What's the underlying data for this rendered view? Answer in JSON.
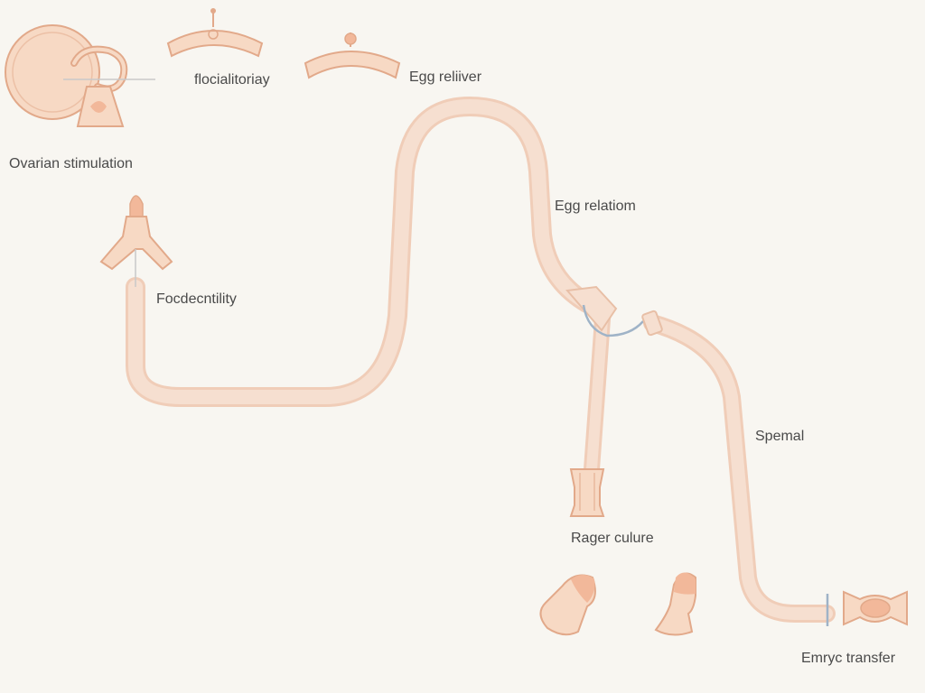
{
  "labels": {
    "ovarian_stimulation": "Ovarian stimulation",
    "flocialitoriay": "flocialitoriay",
    "egg_reliiver": "Egg reliiver",
    "egg_relatiom": "Egg relatiom",
    "focdecntility": "Focdecntility",
    "spemal": "Spemal",
    "rager_culure": "Rager culure",
    "emryc_transfer": "Emryc transfer"
  },
  "colors": {
    "background": "#f8f6f1",
    "tube_fill": "#f6dfd0",
    "tube_edge": "#f0cdb8",
    "icon_fill": "#f7d9c4",
    "icon_stroke": "#e2a98a",
    "accent_peach": "#f2b89a",
    "connector_blue": "#9fb3c7",
    "label_text": "#4a4a4a"
  },
  "icons": [
    "ovary-icon",
    "follicle-bridge-icon",
    "egg-retrieval-bridge-icon",
    "fertility-funnel-icon",
    "tube-connector-icon",
    "culture-vial-icon",
    "embryo-flask-icon",
    "embryo-capsule-icon"
  ]
}
